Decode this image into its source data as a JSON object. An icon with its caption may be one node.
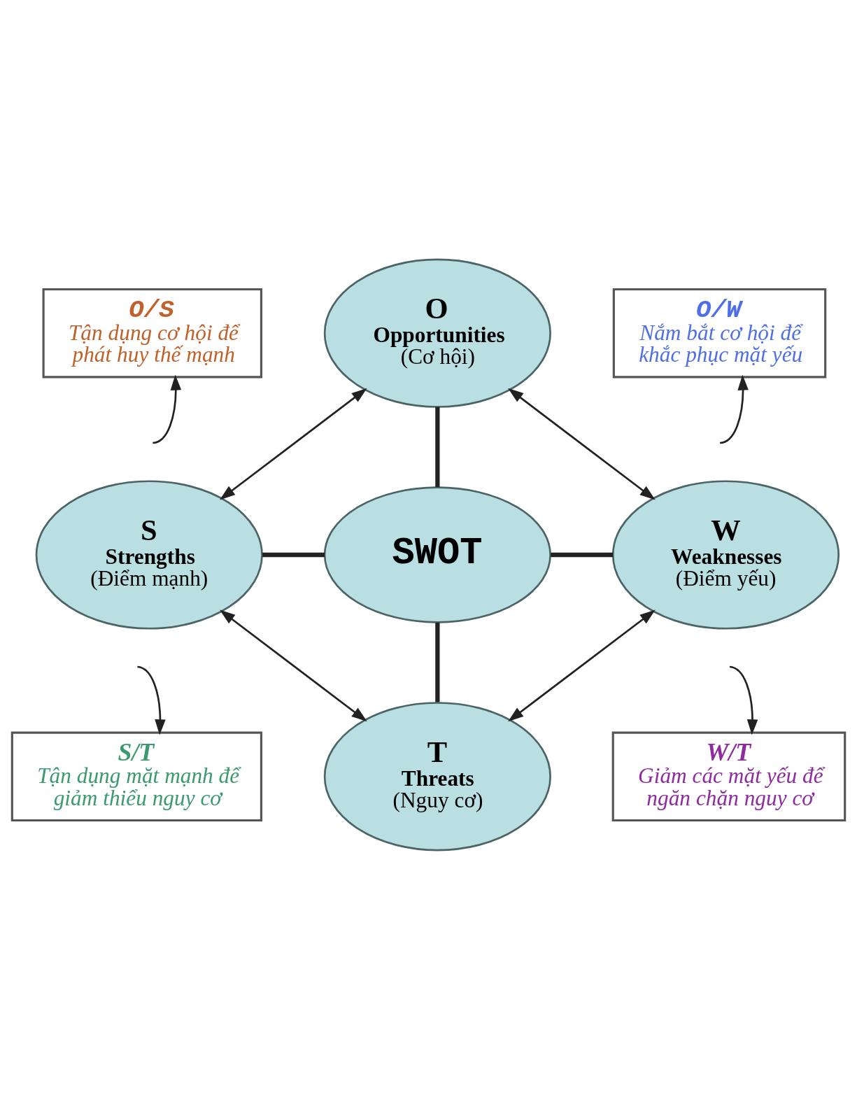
{
  "diagram": {
    "nodes": [
      {
        "text": [
          "O/S",
          "Tận dụng cơ hội để phát huy thế mạnh"
        ]
      },
      {
        "text": [
          "O",
          "Opportunities",
          "(Cơ hội)"
        ]
      },
      {
        "text": [
          "O/W",
          "Nắm bắt cơ hội để khắc phục mặt yếu"
        ]
      },
      {
        "text": [
          "S",
          "Strengths",
          "(Điểm mạnh)"
        ]
      },
      {
        "text": [
          "SWOT"
        ]
      },
      {
        "text": [
          "W",
          "Weaknesses",
          "(Điểm yếu)"
        ]
      },
      {
        "text": [
          "S/T",
          "Tận dụng mặt mạnh để giảm thiểu nguy cơ"
        ]
      },
      {
        "text": [
          "T",
          "Threats",
          "(Nguy cơ)"
        ]
      },
      {
        "text": [
          "W/T",
          "Giảm các mặt yếu để ngăn chặn nguy cơ"
        ]
      }
    ],
    "edges": [
      {
        "from": 1,
        "to": 4,
        "arrow": "none",
        "style": "thick"
      },
      {
        "from": 3,
        "to": 4,
        "arrow": "none",
        "style": "thick"
      },
      {
        "from": 4,
        "to": 5,
        "arrow": "none",
        "style": "thick"
      },
      {
        "from": 4,
        "to": 7,
        "arrow": "none",
        "style": "thick"
      },
      {
        "from": 3,
        "to": 1,
        "arrow": "both"
      },
      {
        "from": 1,
        "to": 5,
        "arrow": "both"
      },
      {
        "from": 3,
        "to": 7,
        "arrow": "both"
      },
      {
        "from": 7,
        "to": 5,
        "arrow": "both"
      },
      {
        "from": null,
        "to": 0,
        "arrow": "to"
      },
      {
        "from": null,
        "to": 2,
        "arrow": "to"
      },
      {
        "from": null,
        "to": 6,
        "arrow": "to"
      },
      {
        "from": null,
        "to": 8,
        "arrow": "to"
      }
    ]
  }
}
